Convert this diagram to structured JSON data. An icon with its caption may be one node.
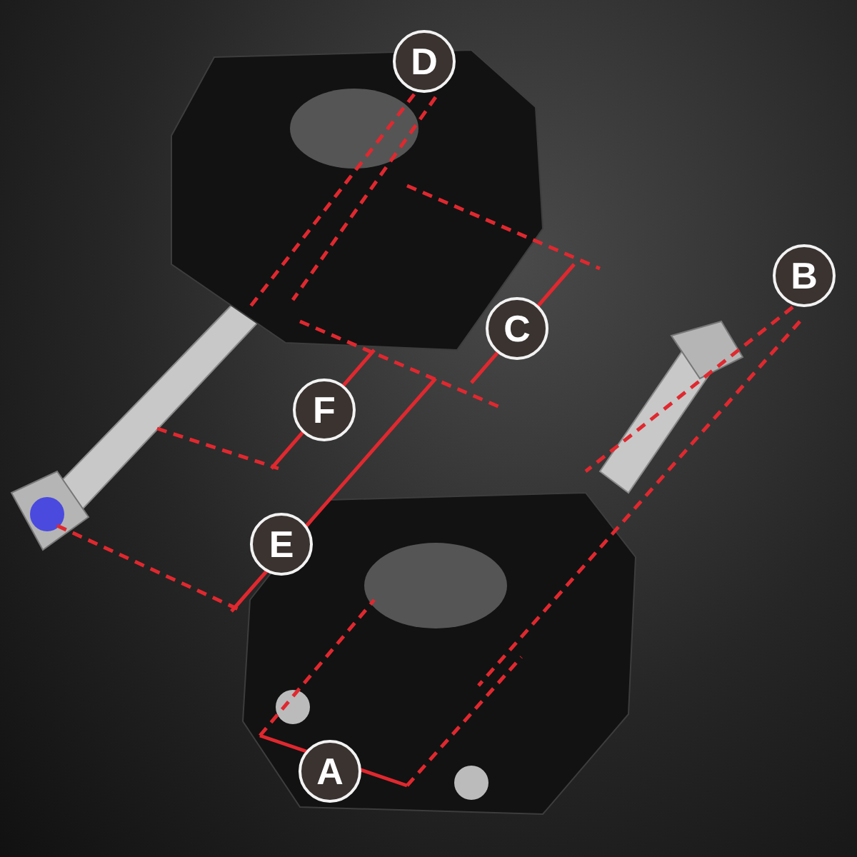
{
  "diagram": {
    "nodes": [
      {
        "text": [
          "D"
        ]
      },
      {
        "text": [
          "B"
        ]
      },
      {
        "text": [
          "C"
        ]
      },
      {
        "text": [
          "F"
        ]
      },
      {
        "text": [
          "E"
        ]
      },
      {
        "text": [
          "A"
        ]
      }
    ]
  }
}
